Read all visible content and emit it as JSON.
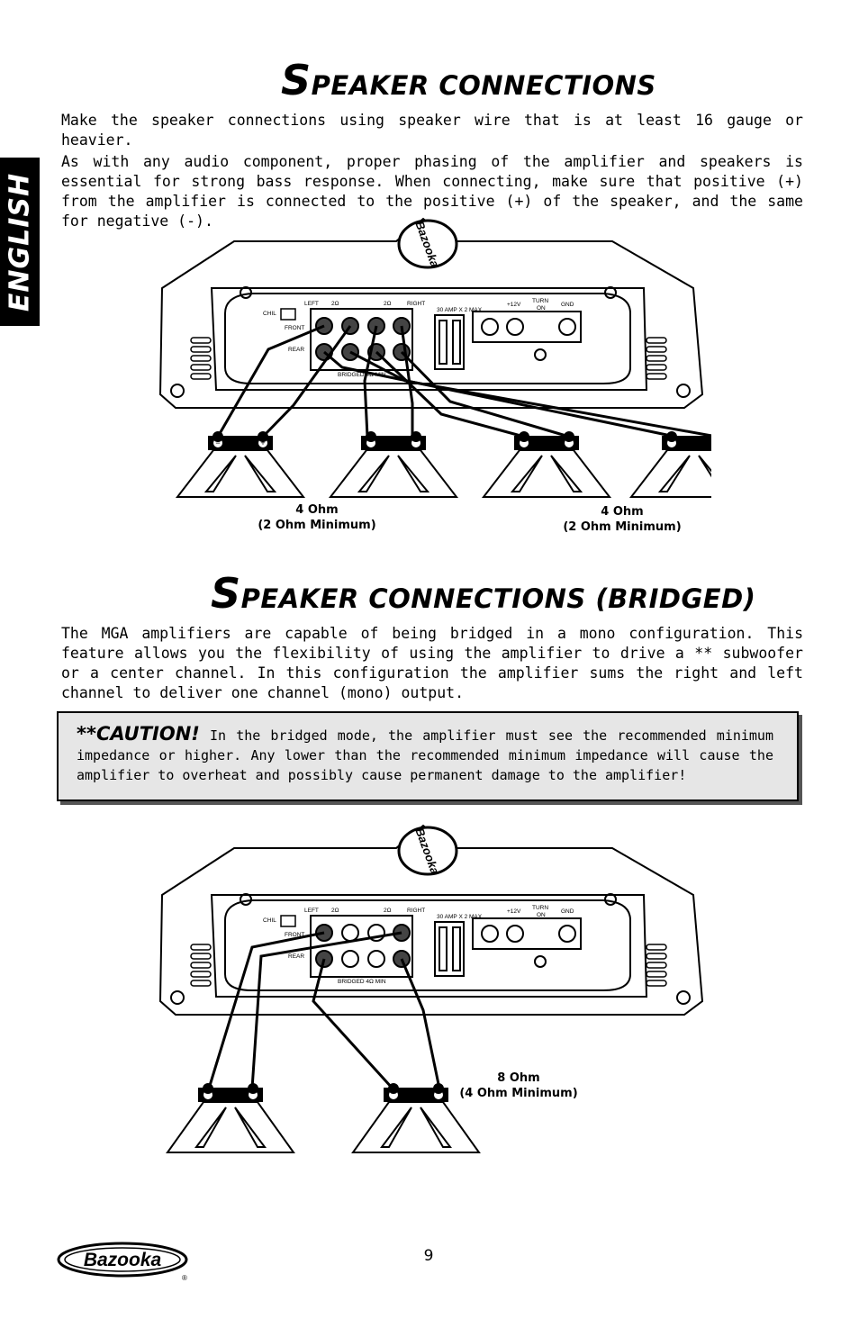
{
  "side_tab": "ENGLISH",
  "section1": {
    "title_initial": "S",
    "title_rest": "PEAKER CONNECTIONS",
    "para1": "Make the speaker connections using speaker wire that is at least 16 gauge or heavier.",
    "para2": "As with any audio component, proper phasing of the amplifier and speakers is essential for strong bass response. When connecting, make sure that positive (+) from the amplifier is connected to the positive (+) of the speaker, and the same for negative (-)."
  },
  "amp_labels": {
    "left": "LEFT",
    "right": "RIGHT",
    "ohm": "2Ω",
    "chil": "CHIL",
    "front": "FRONT",
    "rear": "REAR",
    "bridged": "BRIDGED 4Ω MIN",
    "fuse": "30 AMP X 2 MAX",
    "v12": "+12V",
    "turn": "TURN",
    "on": "ON",
    "gnd": "GND",
    "brand": "Bazooka"
  },
  "diagram1": {
    "label_a_1": "4 Ohm",
    "label_a_2": "(2 Ohm Minimum)",
    "label_b_1": "4 Ohm",
    "label_b_2": "(2 Ohm Minimum)"
  },
  "section2": {
    "title_initial": "S",
    "title_rest": "PEAKER CONNECTIONS (BRIDGED)",
    "para": "The MGA amplifiers are capable of being bridged in a mono configuration. This feature allows you the flexibility of using the amplifier to drive a ** subwoofer or a center channel. In this configuration the amplifier sums the right and left channel to deliver one channel (mono) output.",
    "caution_title": "**CAUTION!",
    "caution_text": " In the bridged mode, the amplifier must see the recommended minimum impedance or higher. Any lower than the recommended minimum impedance will cause the amplifier to overheat and possibly cause permanent damage to the amplifier!"
  },
  "diagram2": {
    "label_1": "8 Ohm",
    "label_2": "(4 Ohm Minimum)"
  },
  "footer": {
    "logo": "Bazooka",
    "page_number": "9",
    "registered": "®"
  }
}
